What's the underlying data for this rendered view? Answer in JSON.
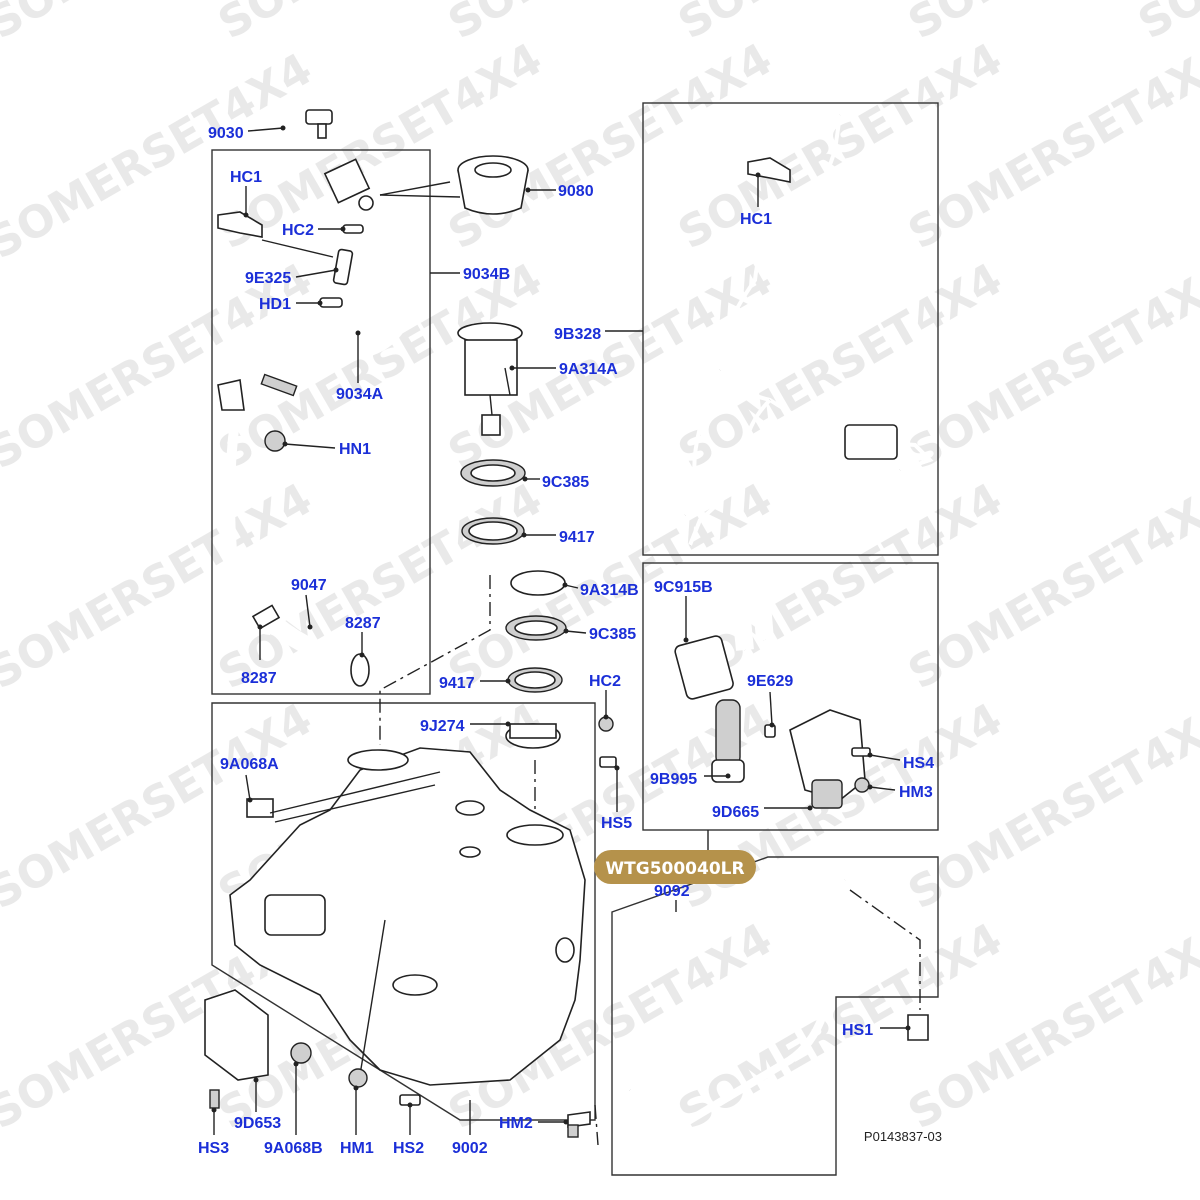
{
  "diagram": {
    "reference_code": "P0143837-03",
    "badge_text": "WTG500040LR",
    "watermark_text": "SOMERSET4X4",
    "badge_color": "#b5924b",
    "label_color": "#1b2fd8",
    "labels": {
      "9030": "9030",
      "hc1_left": "HC1",
      "hc2_left": "HC2",
      "9e325": "9E325",
      "hd1": "HD1",
      "9034a": "9034A",
      "hn1": "HN1",
      "9047": "9047",
      "8287_right": "8287",
      "8287_left": "8287",
      "9080": "9080",
      "9034b": "9034B",
      "9a314a": "9A314A",
      "9c385_top": "9C385",
      "9417_top": "9417",
      "9a314b": "9A314B",
      "9c385_bottom": "9C385",
      "9417_bottom": "9417",
      "9j274": "9J274",
      "9b328": "9B328",
      "hc1_right": "HC1",
      "9c915b": "9C915B",
      "hc2_right": "HC2",
      "9e629": "9E629",
      "hs4": "HS4",
      "hs5": "HS5",
      "9b995": "9B995",
      "hm3": "HM3",
      "9d665": "9D665",
      "9a068a": "9A068A",
      "9092": "9092",
      "hs1": "HS1",
      "9d653": "9D653",
      "hs3": "HS3",
      "9a068b": "9A068B",
      "hm1": "HM1",
      "hs2": "HS2",
      "9002": "9002",
      "hm2": "HM2"
    }
  }
}
